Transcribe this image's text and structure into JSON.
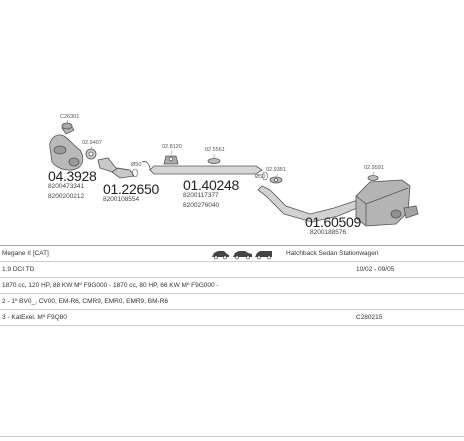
{
  "parts": {
    "p1": {
      "big": "04.3928",
      "ref1": "8200473341",
      "ref2": "8200200212",
      "clamp": "C26301",
      "gasket": "02.9407"
    },
    "p2": {
      "big": "01.22650",
      "ref1": "8200108554",
      "ring": "Ø50",
      "mount": "02.8120"
    },
    "p3": {
      "big": "01.40248",
      "ref1": "8200117377",
      "ref2": "8200276040",
      "clamp": "02.5561",
      "ring": "Ø50",
      "hanger": "02.9351"
    },
    "p4": {
      "big": "01.60509",
      "ref1": "8200188576",
      "hanger": "02.9591"
    }
  },
  "info": {
    "model": "Megane II [CAT]",
    "body": "Hatchback Sedan Stationwagen",
    "engine": "1.9 DCI TD",
    "years": "10/02 - 09/05",
    "power": "1870 cc, 120 HP, 88 KW Mº F9G000 - 1870 cc, 80 HP, 66 KW Mº F9G000 -",
    "codes": "2 - 1º BV0_, CV00, EM-R6, CMR9, EMR0, EMR9, BM-R6",
    "kat": "3 - KatExel. Mº F9Q80",
    "kat_code": "C280215"
  }
}
